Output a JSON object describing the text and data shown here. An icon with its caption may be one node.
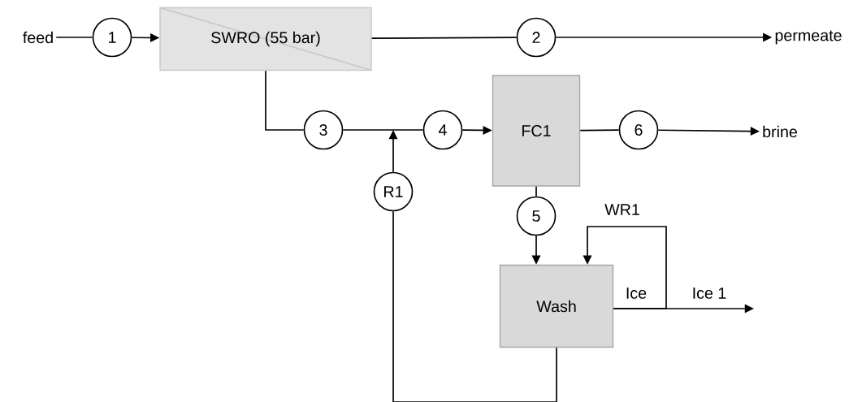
{
  "diagram": {
    "nodes": [
      {
        "text": [
          "feed"
        ]
      },
      {
        "text": [
          "1"
        ]
      },
      {
        "text": [
          "SWRO (55 bar)"
        ]
      },
      {
        "text": [
          "2"
        ]
      },
      {
        "text": [
          "permeate"
        ]
      },
      {
        "text": [
          "3"
        ]
      },
      {
        "text": [
          "4"
        ]
      },
      {
        "text": [
          "FC1"
        ]
      },
      {
        "text": [
          "6"
        ]
      },
      {
        "text": [
          "brine"
        ]
      },
      {
        "text": [
          "R1"
        ]
      },
      {
        "text": [
          "5"
        ]
      },
      {
        "text": [
          "Wash"
        ]
      }
    ],
    "edges": [
      {
        "from": 0,
        "to": 1,
        "arrow": "none"
      },
      {
        "from": 1,
        "to": 2,
        "arrow": "to"
      },
      {
        "from": 2,
        "to": 3,
        "arrow": "none"
      },
      {
        "from": 3,
        "to": 4,
        "arrow": "to"
      },
      {
        "from": 2,
        "to": 5,
        "arrow": "none"
      },
      {
        "from": 5,
        "to": 6,
        "arrow": "none"
      },
      {
        "from": 10,
        "to": 6,
        "arrow": "to"
      },
      {
        "from": 6,
        "to": 7,
        "arrow": "to"
      },
      {
        "from": 7,
        "to": 8,
        "arrow": "none"
      },
      {
        "from": 8,
        "to": 9,
        "arrow": "to"
      },
      {
        "from": 7,
        "to": 11,
        "arrow": "none"
      },
      {
        "from": 11,
        "to": 12,
        "arrow": "to"
      },
      {
        "from": 12,
        "to": null,
        "arrow": "to",
        "label": "Ice 1"
      },
      {
        "from": 12,
        "to": 12,
        "arrow": "to",
        "label": "WR1"
      },
      {
        "from": 12,
        "to": 10,
        "arrow": "none"
      }
    ],
    "labels": [
      "Ice"
    ]
  }
}
